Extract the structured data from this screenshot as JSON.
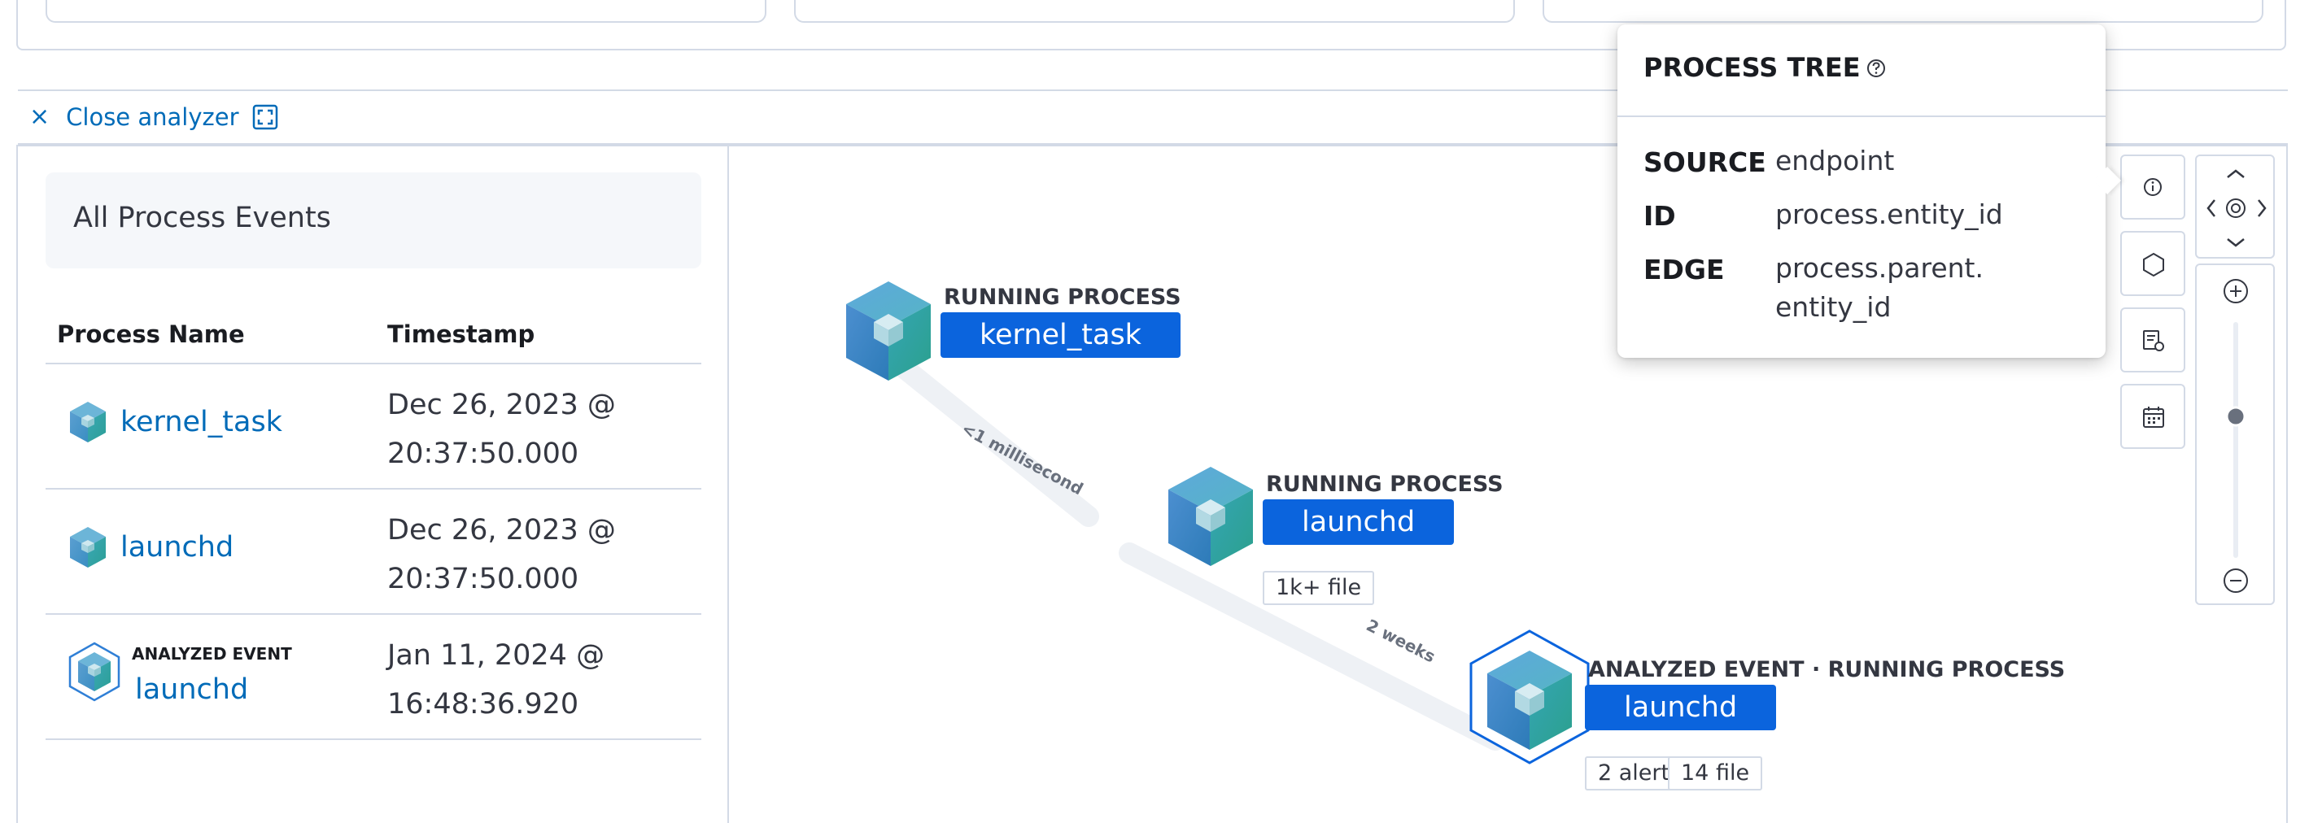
{
  "analyzer": {
    "close_label": "Close analyzer"
  },
  "left_panel": {
    "title": "All Process Events",
    "columns": [
      "Process Name",
      "Timestamp"
    ],
    "rows": [
      {
        "name": "kernel_task",
        "ts_line1": "Dec 26, 2023 @",
        "ts_line2": "20:37:50.000"
      },
      {
        "name": "launchd",
        "ts_line1": "Dec 26, 2023 @",
        "ts_line2": "20:37:50.000"
      },
      {
        "badge": "ANALYZED EVENT",
        "name": "launchd",
        "ts_line1": "Jan 11, 2024 @",
        "ts_line2": "16:48:36.920"
      }
    ]
  },
  "graph": {
    "nodes": [
      {
        "state": "RUNNING PROCESS",
        "name": "kernel_task"
      },
      {
        "state": "RUNNING PROCESS",
        "name": "launchd",
        "pills": [
          "1k+ file"
        ]
      },
      {
        "state": "ANALYZED EVENT · RUNNING PROCESS",
        "name": "launchd",
        "pills": [
          "2 alert",
          "14 file"
        ]
      }
    ],
    "edges": [
      "<1 millisecond",
      "2 weeks"
    ]
  },
  "tooltip": {
    "title": "PROCESS TREE",
    "fields": [
      {
        "key": "SOURCE",
        "value": "endpoint"
      },
      {
        "key": "ID",
        "value": "process.entity_id"
      },
      {
        "key": "EDGE",
        "value_line1": "process.parent.",
        "value_line2": "entity_id"
      }
    ]
  },
  "colors": {
    "link": "#006bb8",
    "node_button": "#0b64dd",
    "border": "#d3dae6"
  }
}
